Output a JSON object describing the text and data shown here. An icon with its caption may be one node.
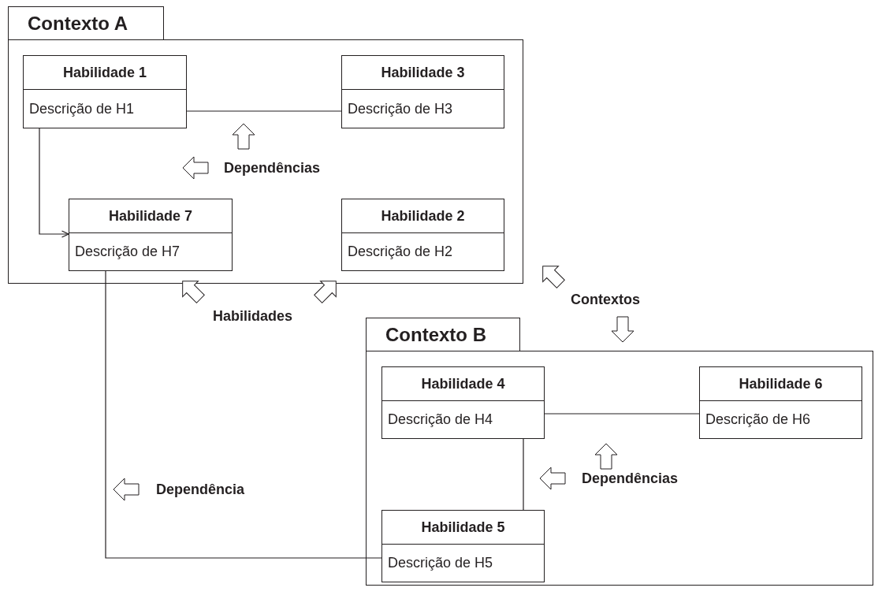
{
  "diagram": {
    "nodes": [
      {
        "text": [
          "Contexto A"
        ]
      },
      {
        "text": [
          "Habilidade 1",
          "Descrição de H1"
        ],
        "in": 0
      },
      {
        "text": [
          "Habilidade 3",
          "Descrição de H3"
        ],
        "in": 0
      },
      {
        "text": [
          "Habilidade 7",
          "Descrição de H7"
        ],
        "in": 0
      },
      {
        "text": [
          "Habilidade 2",
          "Descrição de H2"
        ],
        "in": 0
      },
      {
        "text": [
          "Contexto B"
        ]
      },
      {
        "text": [
          "Habilidade 4",
          "Descrição de H4"
        ],
        "in": 5
      },
      {
        "text": [
          "Habilidade 6",
          "Descrição de H6"
        ],
        "in": 5
      },
      {
        "text": [
          "Habilidade 5",
          "Descrição de H5"
        ],
        "in": 5
      }
    ],
    "edges": [
      {
        "from": 1,
        "to": 2,
        "arrow": "none"
      },
      {
        "from": 1,
        "to": 3,
        "arrow": "to"
      },
      {
        "from": 3,
        "to": 8,
        "arrow": "none"
      },
      {
        "from": 6,
        "to": 7,
        "arrow": "none"
      },
      {
        "from": 6,
        "to": 8,
        "arrow": "none"
      }
    ],
    "labels": [
      "Dependências",
      "Habilidades",
      "Contextos",
      "Dependências",
      "Dependência"
    ]
  }
}
